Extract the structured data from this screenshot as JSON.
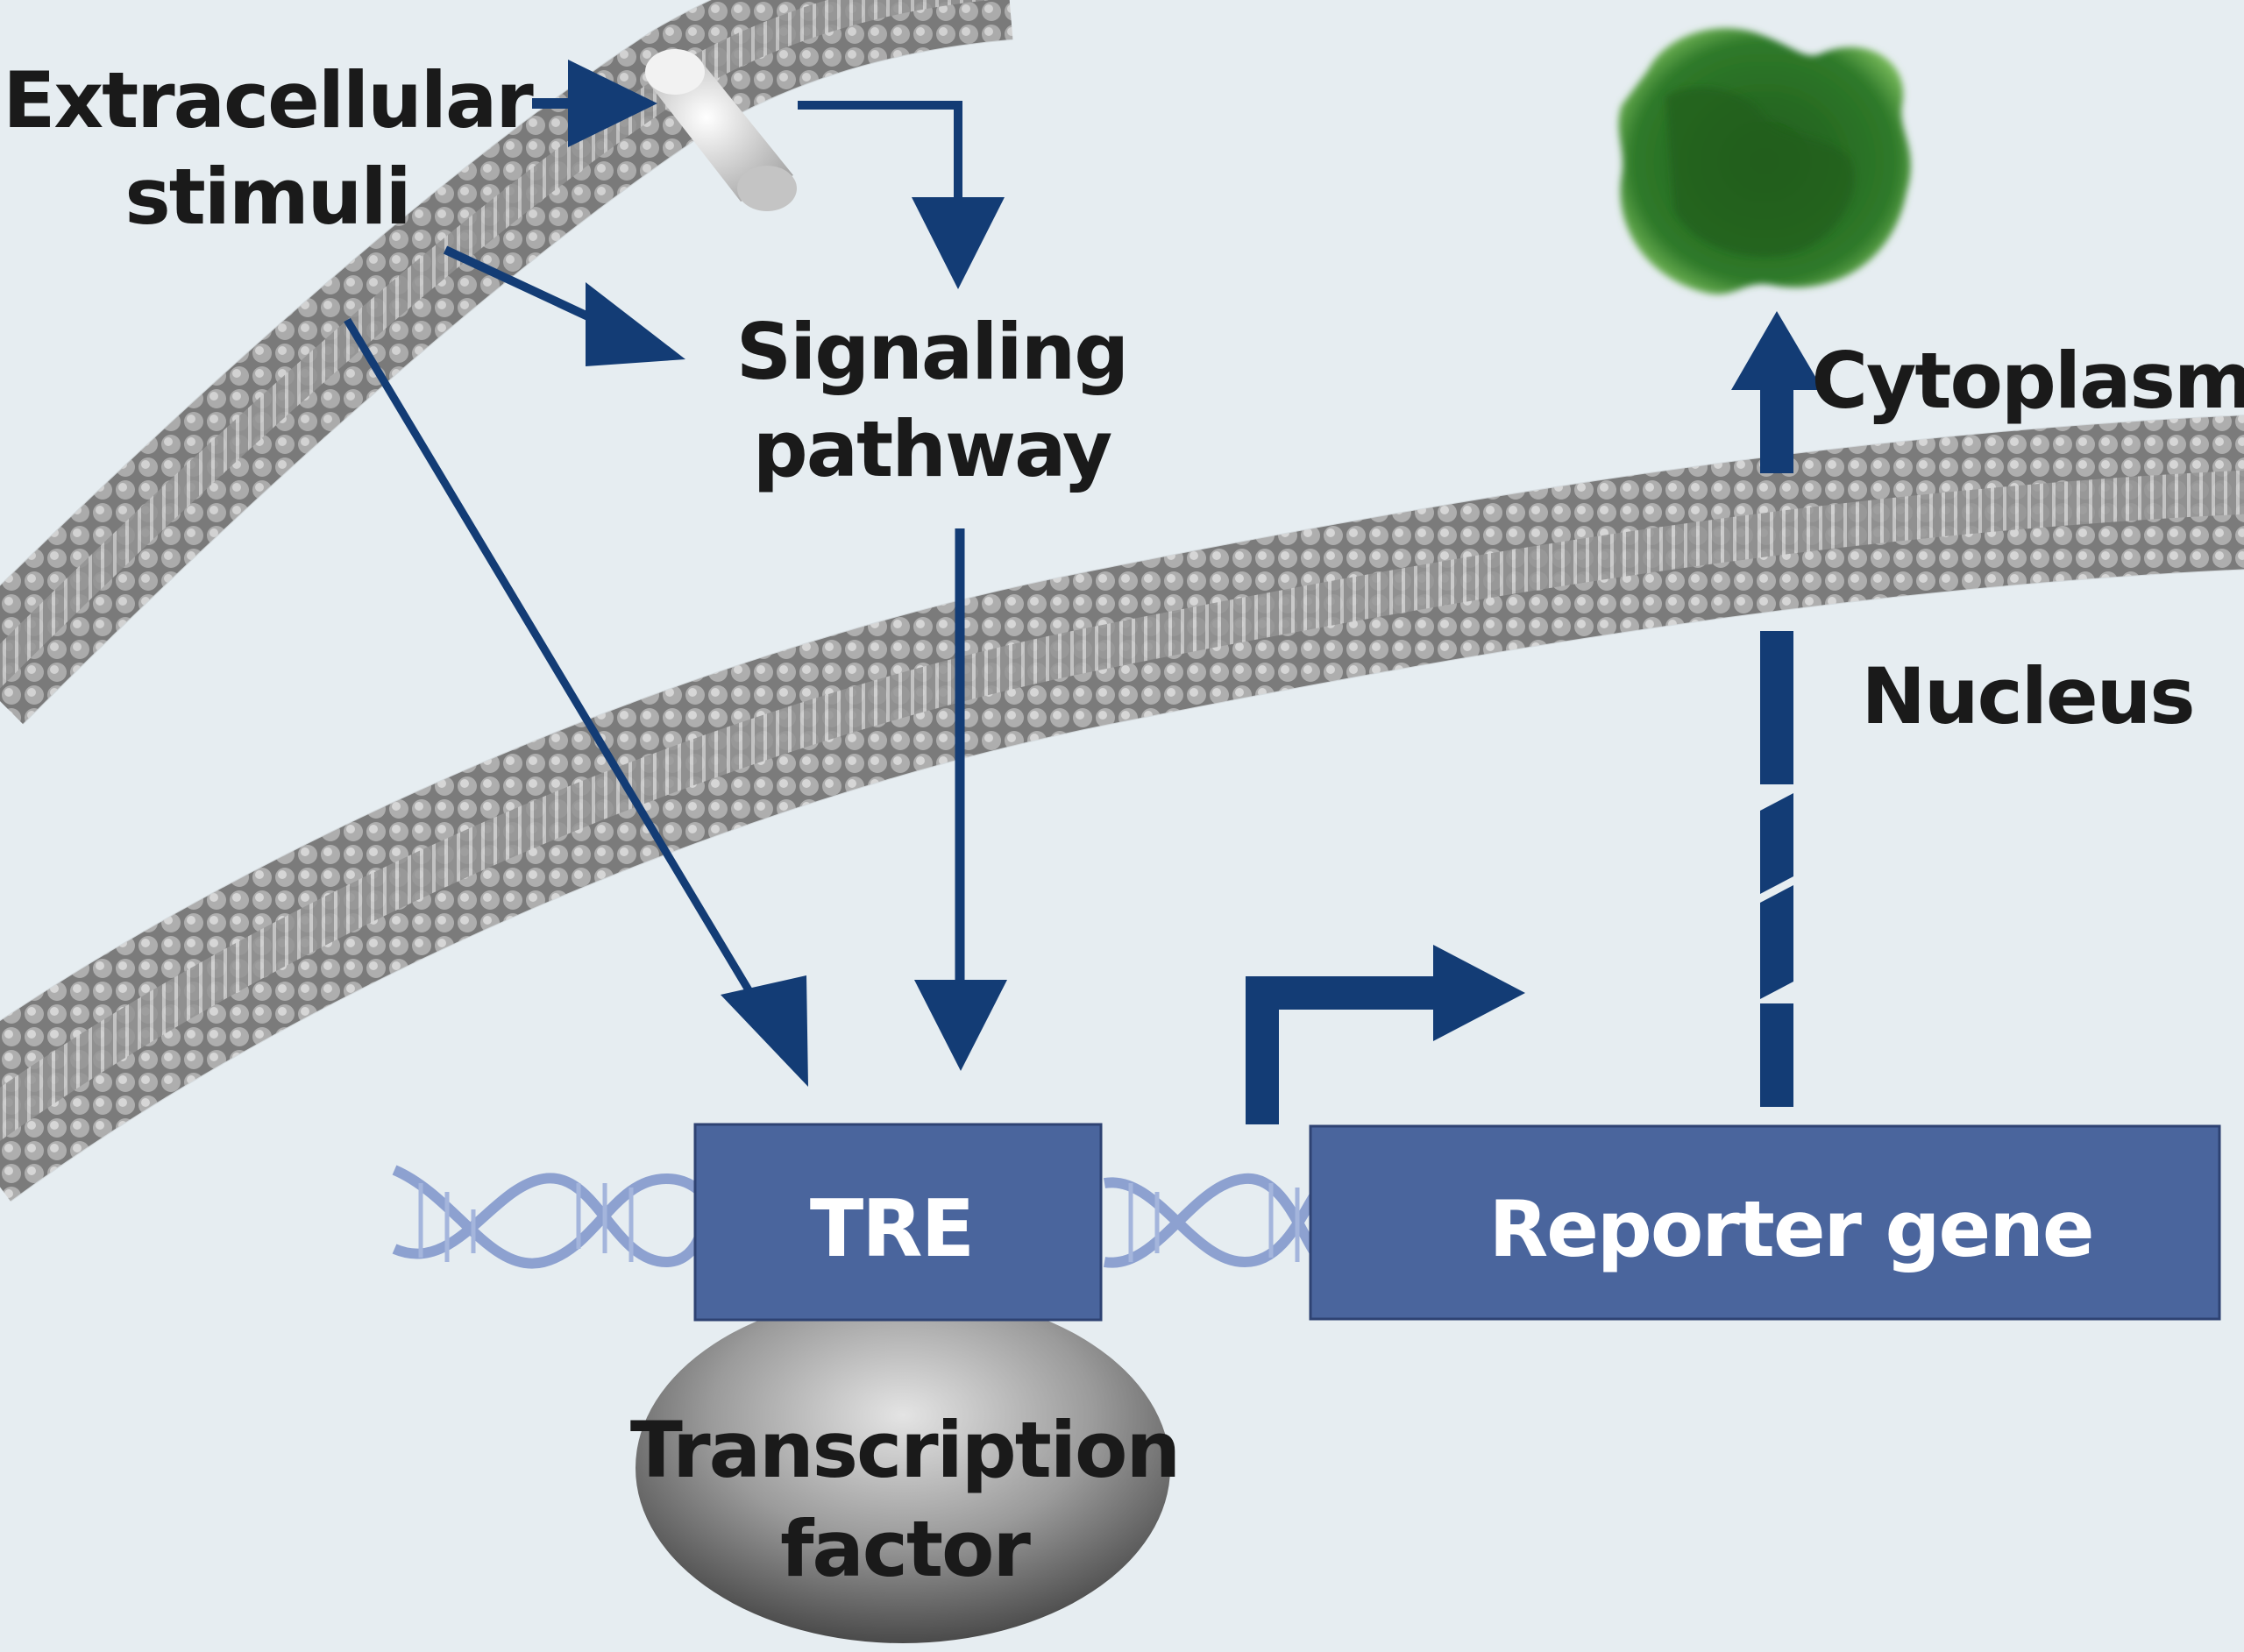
{
  "labels": {
    "extracellular_line1": "Extracellular",
    "extracellular_line2": "stimuli",
    "signaling_line1": "Signaling",
    "signaling_line2": "pathway",
    "cytoplasm": "Cytoplasm",
    "nucleus": "Nucleus",
    "tre": "TRE",
    "reporter_gene": "Reporter gene",
    "transcription_line1": "Transcription",
    "transcription_line2": "factor"
  },
  "colors": {
    "background": "#e6edf1",
    "arrow": "#133c75",
    "gene_box": "#4a659d",
    "membrane": "#8a8a8a",
    "protein_green": "#2f7a2a"
  }
}
